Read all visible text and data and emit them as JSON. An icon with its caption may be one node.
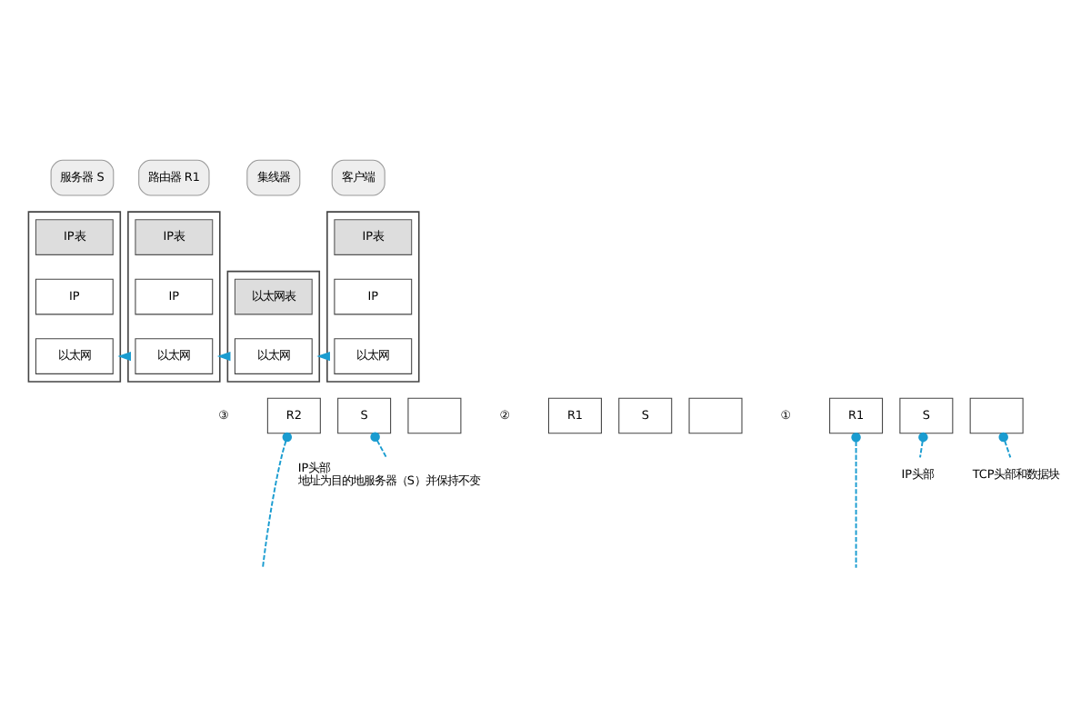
{
  "diagram": {
    "nodes": [
      {
        "text": [
          "服务器 S"
        ]
      },
      {
        "text": [],
        "shape": "box"
      },
      {
        "text": [
          "IP表"
        ],
        "in": 1
      },
      {
        "text": [
          "IP"
        ],
        "in": 1
      },
      {
        "text": [
          "以太网"
        ],
        "in": 1
      },
      {
        "text": [
          "路由器 R1"
        ]
      },
      {
        "text": [],
        "shape": "box"
      },
      {
        "text": [
          "IP表"
        ],
        "in": 6
      },
      {
        "text": [
          "IP"
        ],
        "in": 6
      },
      {
        "text": [
          "以太网"
        ],
        "in": 6
      },
      {
        "text": [
          "集线器"
        ]
      },
      {
        "text": [],
        "shape": "box"
      },
      {
        "text": [
          "以太网表"
        ],
        "in": 11
      },
      {
        "text": [
          "以太网"
        ],
        "in": 11
      },
      {
        "text": [
          "客户端"
        ]
      },
      {
        "text": [],
        "shape": "box"
      },
      {
        "text": [
          "IP表"
        ],
        "in": 15
      },
      {
        "text": [
          "IP"
        ],
        "in": 15
      },
      {
        "text": [
          "以太网"
        ],
        "in": 15
      },
      {
        "text": [
          "R2"
        ]
      },
      {
        "text": [
          "S"
        ]
      },
      {
        "text": [],
        "shape": "box"
      },
      {
        "text": [
          "R1"
        ]
      },
      {
        "text": [
          "S"
        ]
      },
      {
        "text": [],
        "shape": "box"
      },
      {
        "text": [
          "R1"
        ]
      },
      {
        "text": [
          "S"
        ]
      },
      {
        "text": [],
        "shape": "box"
      },
      {
        "text": [
          "IP头部",
          "地址为目的地服务器（S）并保持不变"
        ]
      },
      {
        "text": [
          "TCP头部和数据块"
        ]
      },
      {
        "text": [
          "IP头部"
        ]
      }
    ],
    "edges": [
      {
        "from": 15,
        "to": 11,
        "arrow": "to"
      },
      {
        "from": 11,
        "to": 6,
        "arrow": "to",
        "style": "dashed"
      },
      {
        "from": 6,
        "to": 1,
        "arrow": "to",
        "style": "dashed"
      },
      {
        "from": 19,
        "to": null,
        "arrow": "other",
        "style": "dashed"
      },
      {
        "from": 20,
        "to": 28,
        "arrow": "other",
        "style": "dashed"
      },
      {
        "from": 25,
        "to": null,
        "arrow": "other",
        "style": "dashed"
      },
      {
        "from": 26,
        "to": 30,
        "arrow": "other",
        "style": "dashed"
      },
      {
        "from": 27,
        "to": 29,
        "arrow": "other",
        "style": "dashed"
      }
    ],
    "labels": [
      "③",
      "②",
      "①"
    ]
  }
}
